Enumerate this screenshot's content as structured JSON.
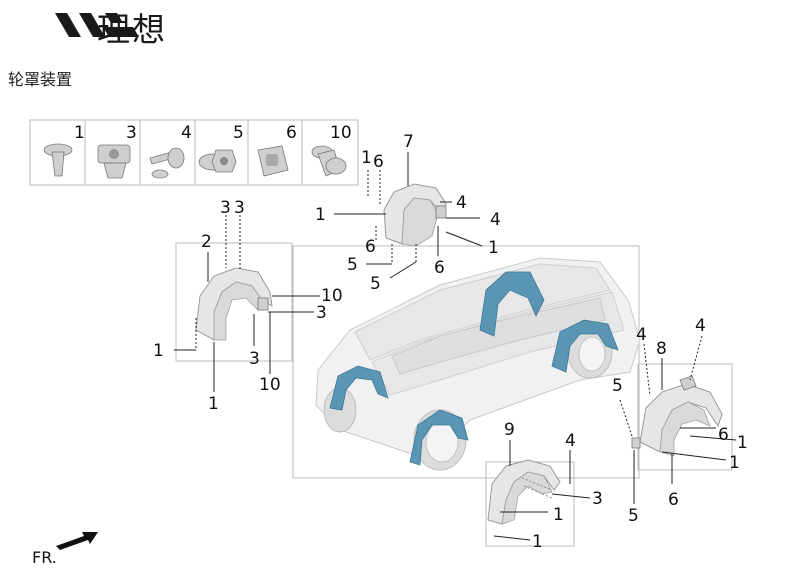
{
  "brand": {
    "name": "理想",
    "logo_icon": "li-auto-logo-icon"
  },
  "page_title": "轮罩装置",
  "legend": {
    "items": [
      {
        "num": "1"
      },
      {
        "num": "3"
      },
      {
        "num": "4"
      },
      {
        "num": "5"
      },
      {
        "num": "6"
      },
      {
        "num": "10"
      }
    ]
  },
  "assemblies": {
    "front_left": {
      "title_num": "2",
      "callouts": [
        "3",
        "3",
        "2",
        "10",
        "3",
        "1",
        "3",
        "10",
        "1"
      ]
    },
    "top_center": {
      "title_num": "7",
      "callouts": [
        "1",
        "6",
        "7",
        "1",
        "4",
        "4",
        "6",
        "1",
        "5",
        "5",
        "6"
      ]
    },
    "right": {
      "title_num": "8",
      "callouts": [
        "4",
        "4",
        "8",
        "5",
        "6",
        "1",
        "1",
        "5",
        "6"
      ]
    },
    "bottom": {
      "title_num": "9",
      "callouts": [
        "9",
        "4",
        "3",
        "1",
        "1"
      ]
    }
  },
  "direction": {
    "label": "FR.",
    "icon": "front-direction-arrow-icon"
  },
  "colors": {
    "highlight": "#4f8fb0",
    "part": "#e6e6e6",
    "car": "#f1f1f1",
    "ink": "#111111"
  }
}
